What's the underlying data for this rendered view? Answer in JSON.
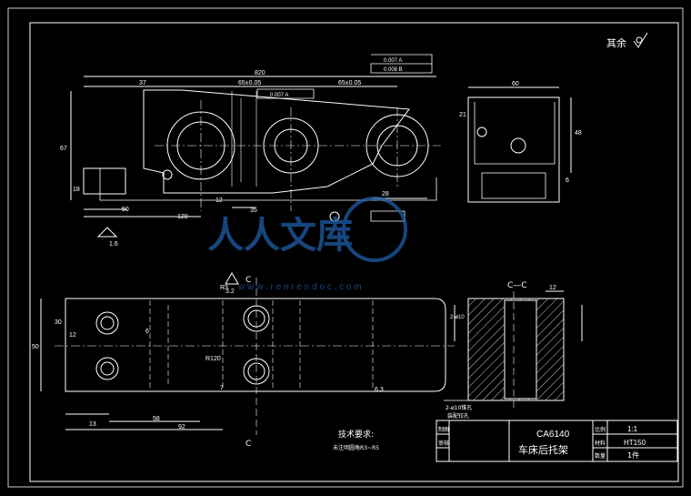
{
  "drawing": {
    "surface_note": "其余",
    "title_block": {
      "model": "CA6140",
      "part_name": "车床后托架",
      "scale_label": "比例",
      "scale": "1:1",
      "material_label": "材料",
      "material": "HT150",
      "quantity_label": "数量",
      "quantity": "1件",
      "drawn_label": "制图",
      "checked_label": "审核"
    },
    "tech_req": {
      "title": "技术要求:",
      "text": "未注明圆角R3~R5"
    },
    "section_label": "C—C",
    "section_mark": "C",
    "dims": {
      "overall": "820",
      "d37": "37",
      "d1": "65±0.05",
      "d2": "65±0.05",
      "d67": "67",
      "d18": "18",
      "d50": "50",
      "d120": "120",
      "d35": "35",
      "d28": "28",
      "d12": "12",
      "tol1": "0.007 A",
      "tol2": "0.008 B",
      "tol3": "0.007 A",
      "ra16": "1.6",
      "ra32": "3.2",
      "ra63": "6.3",
      "side60": "60",
      "side21": "21",
      "side48": "48",
      "side6": "6",
      "sec12": "12",
      "sec25": "2-ø10",
      "pin_note": "2-ø10锥孔",
      "pin_note2": "装配铰孔",
      "plan13": "13",
      "plan58": "58",
      "plan92": "92",
      "plan50": "50",
      "plan30": "30",
      "plan12": "12",
      "r120": "R120",
      "r3": "R3",
      "d7": "7",
      "d6": "6"
    },
    "watermark": {
      "brand": "人人文库",
      "url": "w w w . r e n r e n d o c . c o m"
    }
  }
}
